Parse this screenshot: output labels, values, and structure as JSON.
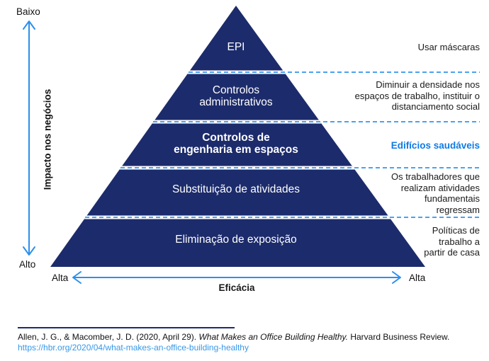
{
  "colors": {
    "pyramid_navy": "#1c2b6b",
    "dash_blue": "#4aa2ef",
    "arrow_blue": "#2b8fee",
    "accent_blue": "#0f7ae6",
    "link_blue": "#3698e8"
  },
  "y_axis": {
    "top_label": "Baixo",
    "bottom_label": "Alto",
    "title": "Impacto nos negócios"
  },
  "x_axis": {
    "left_label": "Alta",
    "right_label": "Alta",
    "title": "Eficácia"
  },
  "pyramid": {
    "levels": [
      {
        "label": "EPI"
      },
      {
        "label": "Controlos\nadministrativos"
      },
      {
        "label": "Controlos de\nengenharia em espaços"
      },
      {
        "label": "Substituição de atividades"
      },
      {
        "label": "Eliminação de exposição"
      }
    ]
  },
  "annotations": [
    {
      "text": "Usar máscaras"
    },
    {
      "text": "Diminuir a densidade nos\nespaços de trabalho, instituir o\ndistanciamento social"
    },
    {
      "text": "Edifícios saudáveis"
    },
    {
      "text": "Os trabalhadores que\nrealizam atividades\nfundamentais\nregressam"
    },
    {
      "text": "Políticas de\ntrabalho a\npartir de casa"
    }
  ],
  "footer": {
    "citation_prefix": "Allen, J. G., & Macomber, J. D. (2020, April 29). ",
    "citation_title_italic": "What Makes an Office Building Healthy.",
    "citation_suffix": " Harvard Business Review.",
    "link": "https://hbr.org/2020/04/what-makes-an-office-building-healthy"
  }
}
